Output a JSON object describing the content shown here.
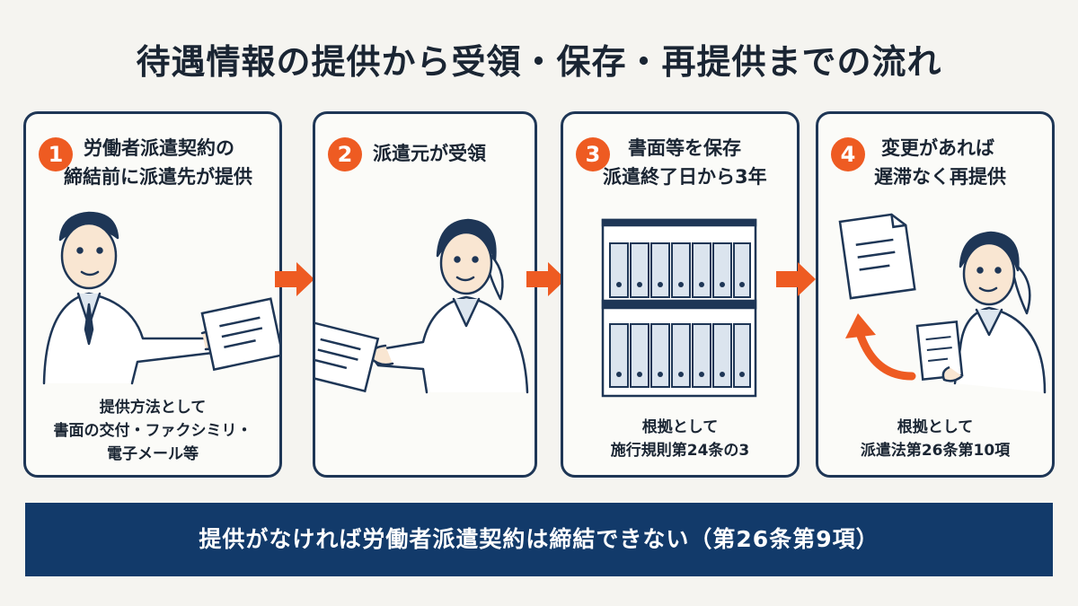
{
  "title": "待遇情報の提供から受領・保存・再提供までの流れ",
  "steps": [
    {
      "number": "1",
      "heading_line1": "労働者派遣契約の",
      "heading_line2": "締結前に派遣先が提供",
      "foot_line1": "提供方法として",
      "foot_line2": "書面の交付・ファクシミリ・",
      "foot_line3": "電子メール等"
    },
    {
      "number": "2",
      "heading_line1": "派遣元が受領"
    },
    {
      "number": "3",
      "heading_line1": "書面等を保存",
      "heading_line2": "派遣終了日から3年",
      "foot_line1": "根拠として",
      "foot_line2": "施行規則第24条の3"
    },
    {
      "number": "4",
      "heading_line1": "変更があれば",
      "heading_line2": "遅滞なく再提供",
      "foot_line1": "根拠として",
      "foot_line2": "派遣法第26条第10項"
    }
  ],
  "banner": "提供がなければ労働者派遣契約は締結できない（第26条第9項）",
  "colors": {
    "accent": "#ee5b22",
    "navy": "#123a6a",
    "border": "#1e3656"
  }
}
